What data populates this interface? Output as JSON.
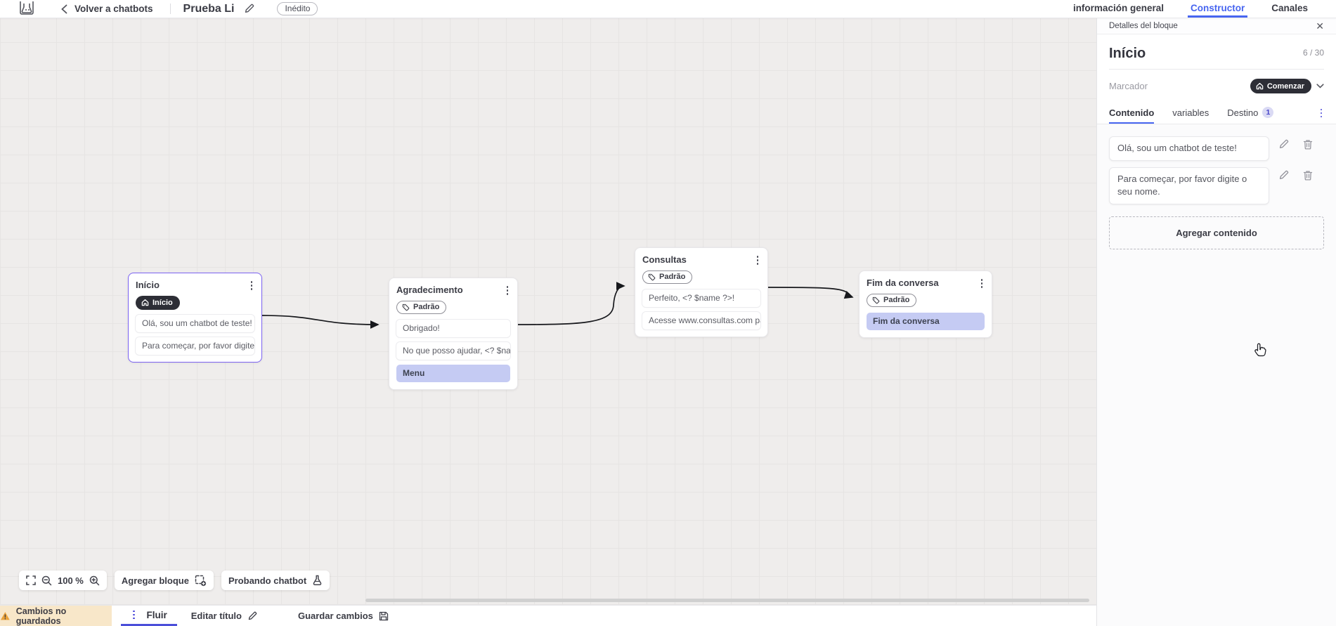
{
  "header": {
    "back_label": "Volver a chatbots",
    "title": "Prueba Li",
    "status_badge": "Inédito",
    "tabs": [
      {
        "label": "información general",
        "active": false
      },
      {
        "label": "Constructor",
        "active": true
      },
      {
        "label": "Canales",
        "active": false
      }
    ]
  },
  "canvas": {
    "zoom_level": "100 %",
    "add_block_label": "Agregar bloque",
    "test_chatbot_label": "Probando chatbot",
    "blocks": [
      {
        "title": "Início",
        "badge": "Início",
        "badge_icon": "home-icon",
        "selected": true,
        "items": [
          {
            "text": "Olá, sou um chatbot de teste!",
            "highlighted": false
          },
          {
            "text": "Para começar, por favor digite o ...",
            "highlighted": false
          }
        ]
      },
      {
        "title": "Agradecimento",
        "badge": "Padrão",
        "badge_icon": "tag-icon",
        "selected": false,
        "items": [
          {
            "text": "Obrigado!",
            "highlighted": false
          },
          {
            "text": "No que posso ajudar, <? $name ...",
            "highlighted": false
          },
          {
            "text": "Menu",
            "highlighted": true
          }
        ]
      },
      {
        "title": "Consultas",
        "badge": "Padrão",
        "badge_icon": "tag-icon",
        "selected": false,
        "items": [
          {
            "text": "Perfeito, <? $name ?>!",
            "highlighted": false
          },
          {
            "text": "Acesse www.consultas.com par...",
            "highlighted": false
          }
        ]
      },
      {
        "title": "Fim da conversa",
        "badge": "Padrão",
        "badge_icon": "tag-icon",
        "selected": false,
        "items": [
          {
            "text": "Fim da conversa",
            "highlighted": true
          }
        ]
      }
    ]
  },
  "panel": {
    "header": "Detalles del bloque",
    "block_name": "Início",
    "name_counter": "6 / 30",
    "marker_label": "Marcador",
    "marker_value": "Comenzar",
    "tabs": [
      {
        "label": "Contenido",
        "active": true
      },
      {
        "label": "variables",
        "active": false
      },
      {
        "label": "Destino",
        "active": false,
        "badge": "1"
      }
    ],
    "contents": [
      "Olá, sou um chatbot de teste!",
      "Para começar, por favor digite o seu nome."
    ],
    "add_content_label": "Agregar contenido"
  },
  "footer": {
    "unsaved_label": "Cambios no guardados",
    "flow_tab_label": "Fluir",
    "edit_title_label": "Editar título",
    "save_label": "Guardar cambios"
  },
  "colors": {
    "accent_blue": "#4765f0",
    "accent_indigo": "#4b4fd9",
    "selected_purple": "#7c63f2",
    "highlight_row": "#c5cbf3",
    "dark_pill": "#2d2e36",
    "unsaved_bg": "#f8e7c9",
    "warning": "#e9a23b"
  }
}
